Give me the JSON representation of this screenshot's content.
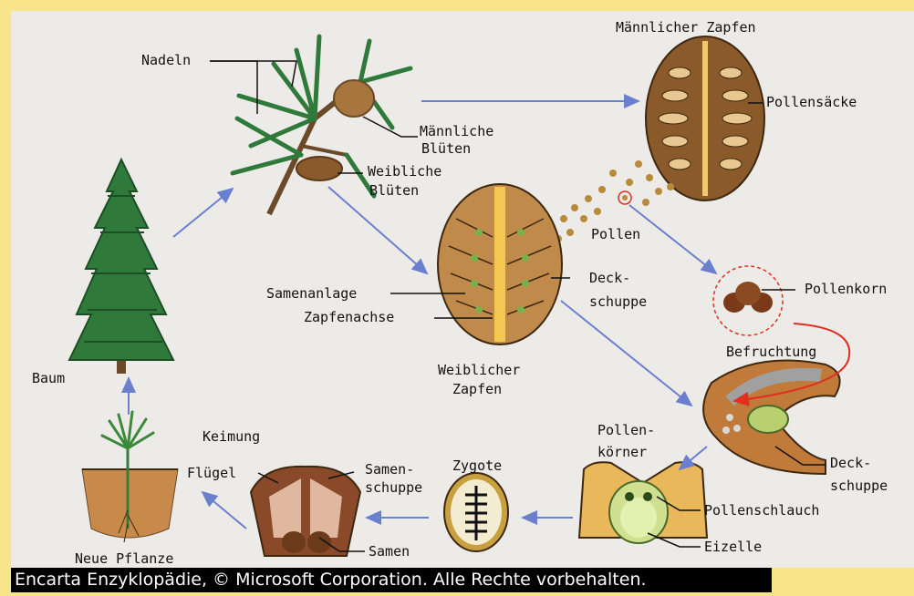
{
  "colors": {
    "page_bg": "#f8e58a",
    "panel_bg": "#ecebe8",
    "arrow_blue": "#6b7fcf",
    "fertilization_red": "#e03020",
    "cone_brown": "#8a5a2a",
    "tree_green": "#2f7a3a"
  },
  "labels": {
    "nadeln": "Nadeln",
    "maennliche_blueten_1": "Männliche",
    "maennliche_blueten_2": "Blüten",
    "weibliche_blueten_1": "Weibliche",
    "weibliche_blueten_2": "Blüten",
    "maennlicher_zapfen": "Männlicher Zapfen",
    "pollensaecke": "Pollensäcke",
    "pollen": "Pollen",
    "pollenkorn": "Pollenkorn",
    "baum": "Baum",
    "samenanlage": "Samenanlage",
    "zapfenachse": "Zapfenachse",
    "deckschuppe_1a": "Deck-",
    "deckschuppe_1b": "schuppe",
    "weiblicher_zapfen_1": "Weiblicher",
    "weiblicher_zapfen_2": "Zapfen",
    "befruchtung": "Befruchtung",
    "deckschuppe_2a": "Deck-",
    "deckschuppe_2b": "schuppe",
    "keimung": "Keimung",
    "fluegel": "Flügel",
    "samenschuppe_1": "Samen-",
    "samenschuppe_2": "schuppe",
    "zygote": "Zygote",
    "pollenkoerner_1": "Pollen-",
    "pollenkoerner_2": "körner",
    "pollenschlauch": "Pollenschlauch",
    "eizelle": "Eizelle",
    "samen": "Samen",
    "neue_pflanze": "Neue Pflanze"
  },
  "footer": {
    "copyright": "Encarta Enzyklopädie, © Microsoft Corporation. Alle Rechte vorbehalten."
  }
}
